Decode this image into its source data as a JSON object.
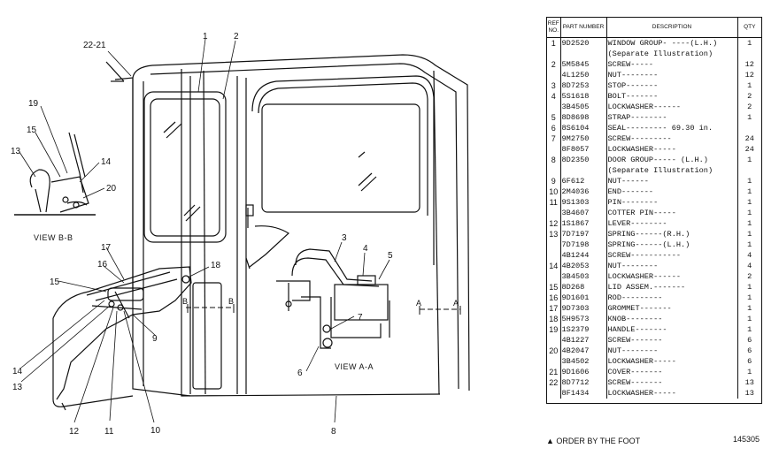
{
  "callouts": [
    "1",
    "2",
    "3",
    "4",
    "5",
    "6",
    "7",
    "8",
    "9",
    "10",
    "11",
    "12",
    "13",
    "14",
    "15",
    "16",
    "17",
    "18",
    "19",
    "20",
    "22-21",
    "13",
    "14",
    "15"
  ],
  "views": {
    "bb": "VIEW B-B",
    "aa": "VIEW A-A",
    "a": "A",
    "b": "B"
  },
  "table": {
    "headers": {
      "ref": "REF NO.",
      "part": "PART NUMBER",
      "desc": "DESCRIPTION",
      "qty": "QTY"
    },
    "rows": [
      {
        "ref": "1",
        "part": "9D2520",
        "desc": "WINDOW GROUP- ----(L.H.)",
        "qty": "1"
      },
      {
        "ref": "",
        "part": "",
        "desc": "(Separate Illustration)",
        "qty": ""
      },
      {
        "ref": "2",
        "part": "5M5845",
        "desc": "SCREW-----",
        "qty": "12"
      },
      {
        "ref": "",
        "part": "4L1250",
        "desc": "NUT--------",
        "qty": "12"
      },
      {
        "ref": "3",
        "part": "8D7253",
        "desc": "STOP-------",
        "qty": "1"
      },
      {
        "ref": "4",
        "part": "5S1618",
        "desc": "BOLT-------",
        "qty": "2"
      },
      {
        "ref": "",
        "part": "3B4505",
        "desc": "LOCKWASHER------",
        "qty": "2"
      },
      {
        "ref": "5",
        "part": "8D8698",
        "desc": "STRAP--------",
        "qty": "1"
      },
      {
        "ref": "6",
        "part": "8S6104",
        "desc": "SEAL--------- 69.30 in.",
        "qty": ""
      },
      {
        "ref": "7",
        "part": "9M2750",
        "desc": "SCREW---------",
        "qty": "24"
      },
      {
        "ref": "",
        "part": "8F8057",
        "desc": "LOCKWASHER-----",
        "qty": "24"
      },
      {
        "ref": "8",
        "part": "8D2350",
        "desc": "DOOR GROUP----- (L.H.)",
        "qty": "1"
      },
      {
        "ref": "",
        "part": "",
        "desc": "(Separate Illustration)",
        "qty": ""
      },
      {
        "ref": "9",
        "part": "6F612",
        "desc": "NUT------",
        "qty": "1"
      },
      {
        "ref": "10",
        "part": "2M4036",
        "desc": "END-------",
        "qty": "1"
      },
      {
        "ref": "11",
        "part": "9S1303",
        "desc": "PIN--------",
        "qty": "1"
      },
      {
        "ref": "",
        "part": "3B4607",
        "desc": "COTTER PIN-----",
        "qty": "1"
      },
      {
        "ref": "12",
        "part": "1S1867",
        "desc": "LEVER--------",
        "qty": "1"
      },
      {
        "ref": "13",
        "part": "7D7197",
        "desc": "SPRING------(R.H.)",
        "qty": "1"
      },
      {
        "ref": "",
        "part": "7D7198",
        "desc": "SPRING------(L.H.)",
        "qty": "1"
      },
      {
        "ref": "",
        "part": "4B1244",
        "desc": "SCREW-----------",
        "qty": "4"
      },
      {
        "ref": "14",
        "part": "4B2053",
        "desc": "NUT--------",
        "qty": "4"
      },
      {
        "ref": "",
        "part": "3B4503",
        "desc": "LOCKWASHER------",
        "qty": "2"
      },
      {
        "ref": "15",
        "part": "8D268",
        "desc": "LID ASSEM.-------",
        "qty": "1"
      },
      {
        "ref": "16",
        "part": "9D1601",
        "desc": "ROD---------",
        "qty": "1"
      },
      {
        "ref": "17",
        "part": "9D7303",
        "desc": "GROMMET-------",
        "qty": "1"
      },
      {
        "ref": "18",
        "part": "5H9573",
        "desc": "KNOB--------",
        "qty": "1"
      },
      {
        "ref": "19",
        "part": "1S2379",
        "desc": "HANDLE-------",
        "qty": "1"
      },
      {
        "ref": "",
        "part": "4B1227",
        "desc": "SCREW-------",
        "qty": "6"
      },
      {
        "ref": "20",
        "part": "4B2047",
        "desc": "NUT--------",
        "qty": "6"
      },
      {
        "ref": "",
        "part": "3B4502",
        "desc": "LOCKWASHER-----",
        "qty": "6"
      },
      {
        "ref": "21",
        "part": "9D1606",
        "desc": "COVER-------",
        "qty": "1"
      },
      {
        "ref": "22",
        "part": "8D7712",
        "desc": "SCREW-------",
        "qty": "13"
      },
      {
        "ref": "",
        "part": "8F1434",
        "desc": "LOCKWASHER-----",
        "qty": "13"
      }
    ]
  },
  "footer": {
    "note": "▲ ORDER BY THE FOOT",
    "plate": "145305"
  }
}
